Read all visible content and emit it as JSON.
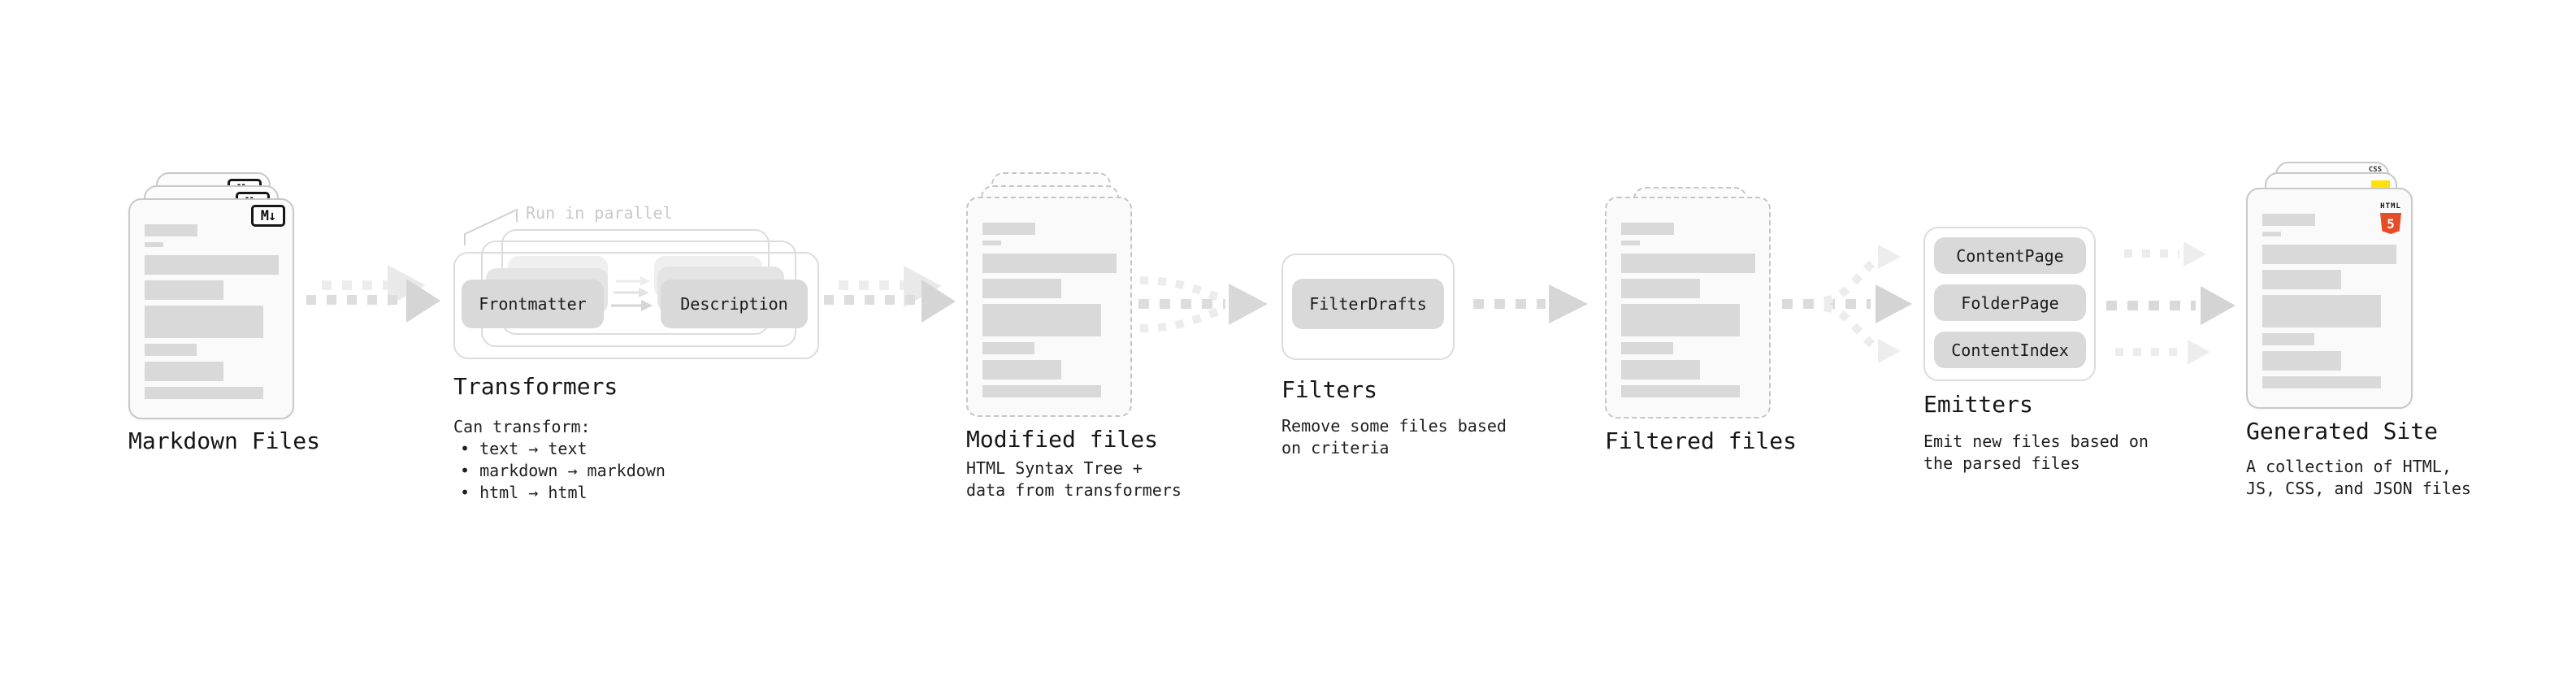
{
  "nodes": {
    "markdown_files": {
      "label": "Markdown Files",
      "icon_text": "M↓"
    },
    "transformers": {
      "label": "Transformers",
      "parallel_note": "Run in parallel",
      "pills": [
        "Frontmatter",
        "Description"
      ],
      "desc_title": "Can transform:",
      "desc_items": [
        "• text → text",
        "• markdown → markdown",
        "• html → html"
      ]
    },
    "modified_files": {
      "label": "Modified files",
      "desc_lines": [
        "HTML Syntax Tree +",
        "data from transformers"
      ]
    },
    "filters": {
      "label": "Filters",
      "pills": [
        "FilterDrafts"
      ],
      "desc_lines": [
        "Remove some files based",
        "on criteria"
      ]
    },
    "filtered_files": {
      "label": "Filtered files"
    },
    "emitters": {
      "label": "Emitters",
      "pills": [
        "ContentPage",
        "FolderPage",
        "ContentIndex"
      ],
      "desc_lines": [
        "Emit new files based on",
        "the parsed files"
      ]
    },
    "generated_site": {
      "label": "Generated Site",
      "desc_lines": [
        "A collection of HTML,",
        "JS, CSS, and JSON files"
      ],
      "file_badges": {
        "html5_label": "HTML",
        "html5_numeral": "5",
        "css_label": "CSS"
      }
    }
  },
  "colors": {
    "html5_orange": "#e44d26",
    "js_yellow": "#ffe10a",
    "css_blue": "#2e6be6",
    "skeleton_gray": "#d9d9d9",
    "pill_gray": "#d9d9d9",
    "note_gray": "#c9c9c9",
    "arrow_gray": "#d5d5d5"
  }
}
